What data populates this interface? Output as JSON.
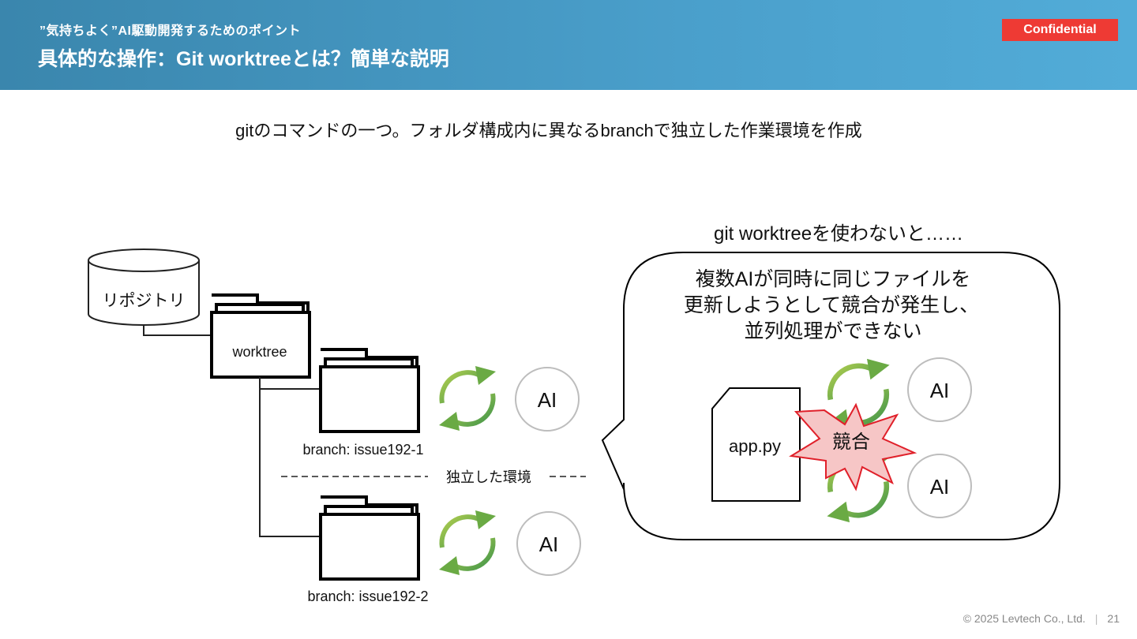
{
  "header": {
    "subtitle": "”気持ちよく”AI駆動開発するためのポイント",
    "title": "具体的な操作：Git worktreeとは？簡単な説明",
    "badge": "Confidential"
  },
  "subtitle": "gitのコマンドの一つ。フォルダ構成内に異なるbranchで独立した作業環境を作成",
  "left_diagram": {
    "repository_label": "リポジトリ",
    "worktree_label": "worktree",
    "branch1_label": "branch: issue192-1",
    "branch2_label": "branch: issue192-2",
    "separator_label": "独立した環境",
    "ai_label": "AI"
  },
  "right_panel": {
    "intro_text": "git worktreeを使わないと……",
    "bubble_lines": [
      "複数AIが同時に同じファイルを",
      "更新しようとして競合が発生し、",
      "並列処理ができない"
    ],
    "file_label": "app.py",
    "conflict_label": "競合",
    "ai_label": "AI"
  },
  "footer": {
    "copyright": "© 2025 Levtech Co., Ltd.",
    "page_number": "21"
  },
  "colors": {
    "header_start": "#3a86ad",
    "header_end": "#52acd8",
    "badge": "#ee3a34",
    "cycle_arrow_light": "#a5c74a",
    "cycle_arrow_dark": "#4a9a4a",
    "conflict_fill": "#f6c6c6",
    "conflict_stroke": "#e0202a"
  }
}
